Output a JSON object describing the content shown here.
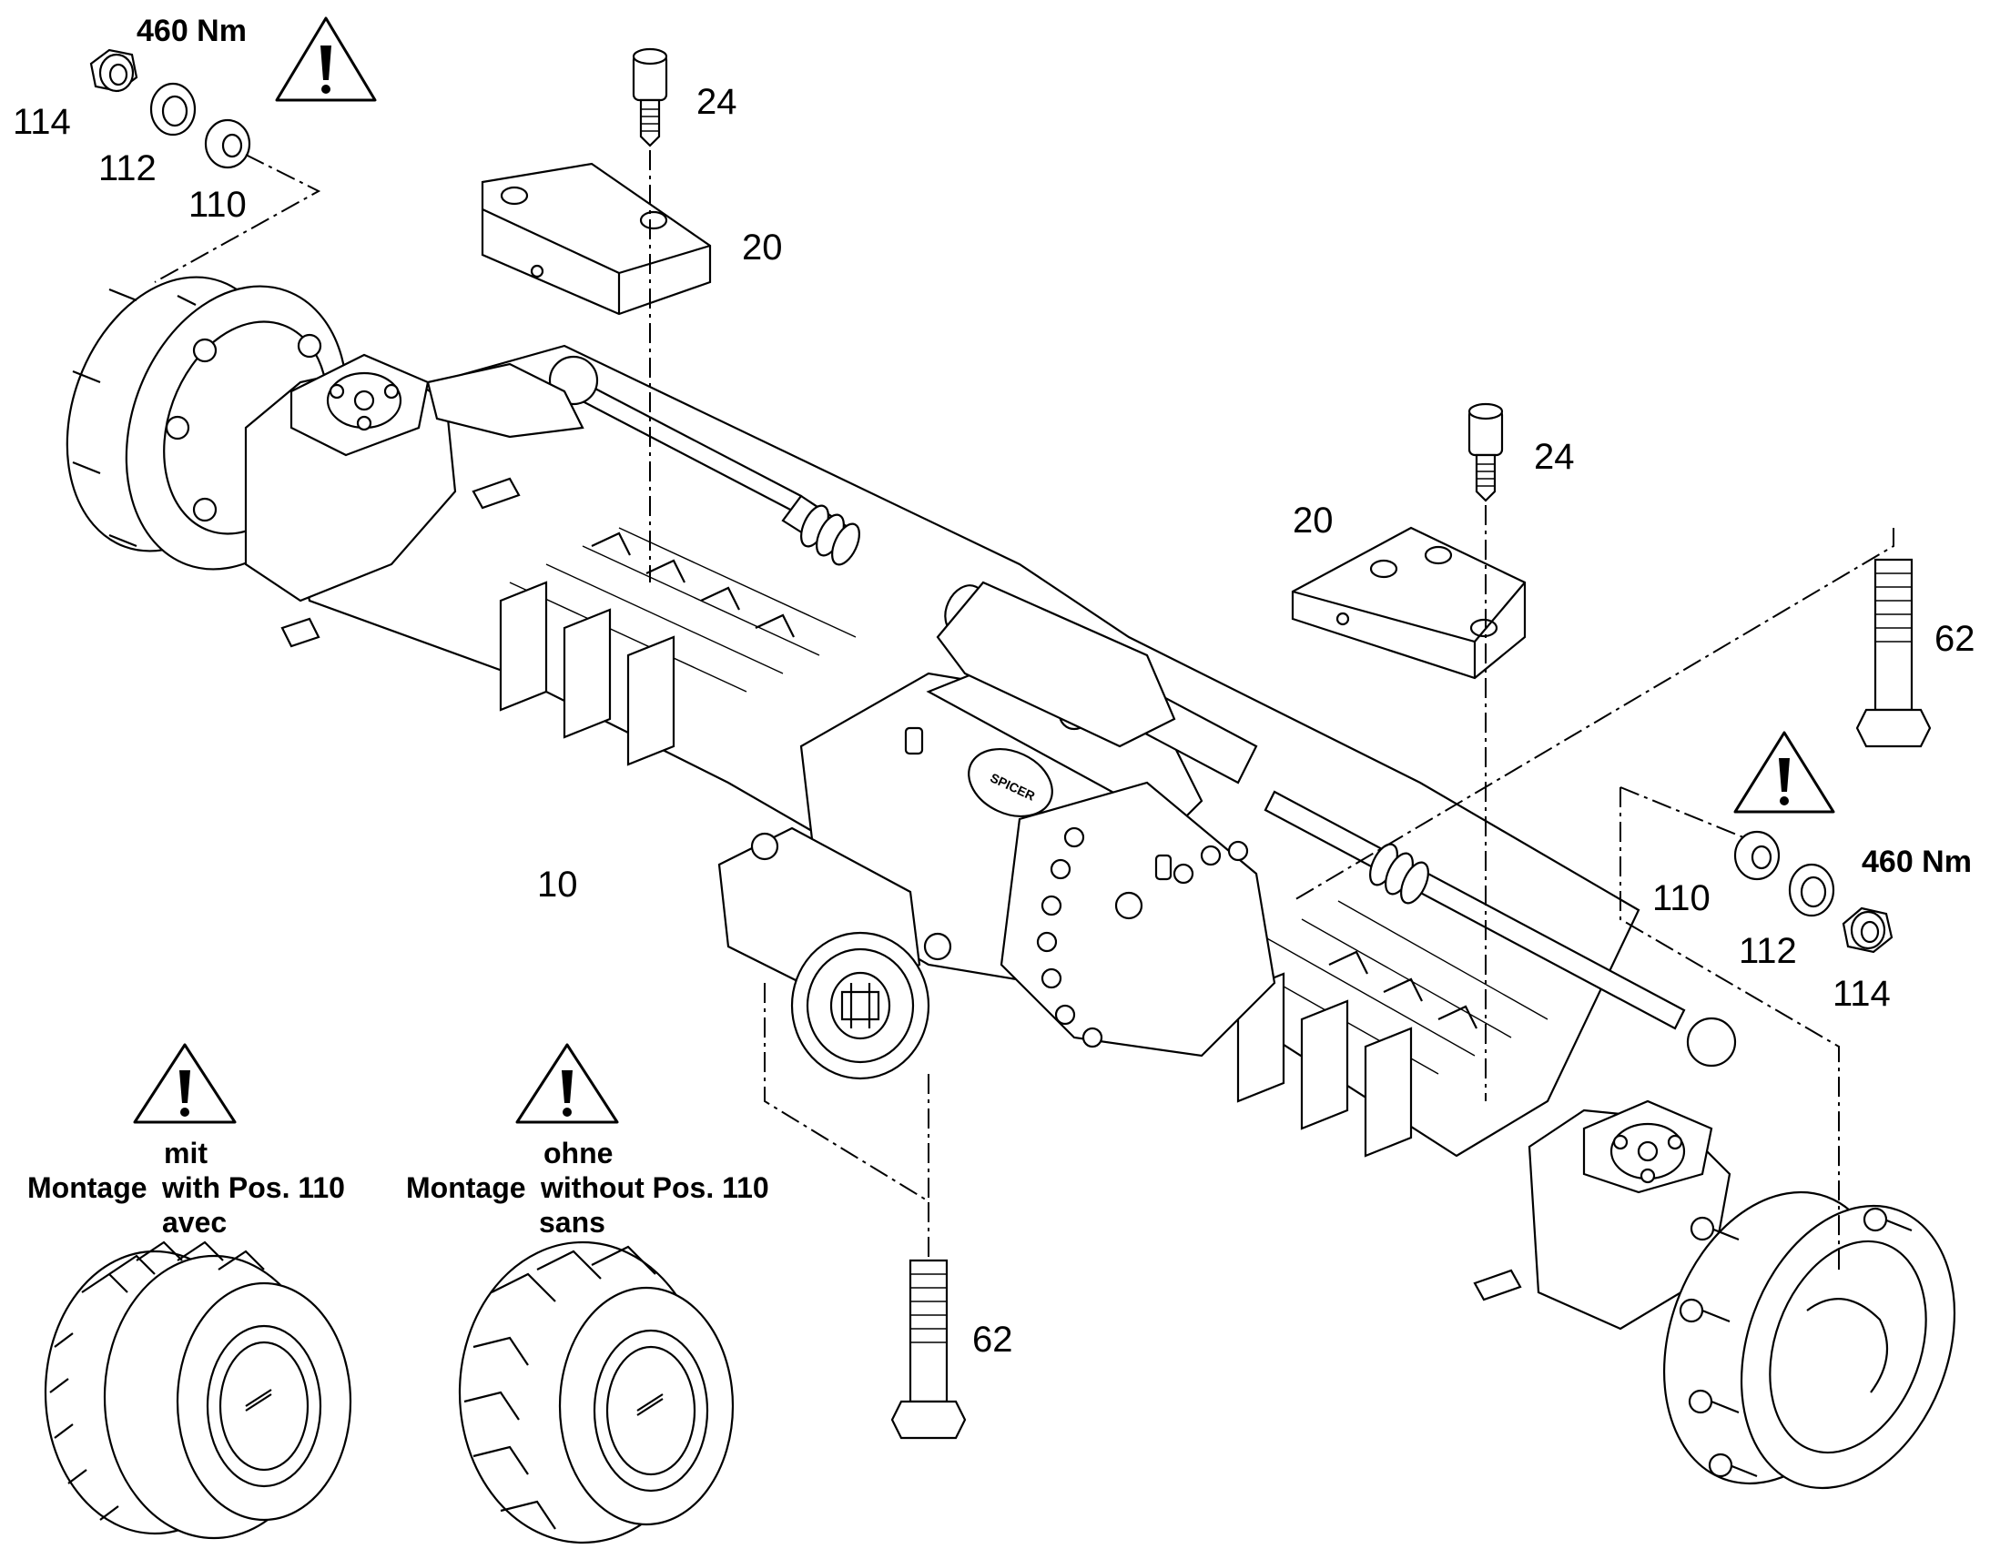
{
  "parts": {
    "p10": "10",
    "p20a": "20",
    "p20b": "20",
    "p24a": "24",
    "p24b": "24",
    "p62a": "62",
    "p62b": "62",
    "p110a": "110",
    "p110b": "110",
    "p112a": "112",
    "p112b": "112",
    "p114a": "114",
    "p114b": "114"
  },
  "torque": {
    "left": "460 Nm",
    "right": "460 Nm"
  },
  "mounting": {
    "with": {
      "line1": "mit",
      "line2a": "Montage",
      "line2b": "with  Pos. 110",
      "line3": "avec"
    },
    "without": {
      "line1": "ohne",
      "line2a": "Montage",
      "line2b": "without  Pos. 110",
      "line3": "sans"
    }
  },
  "icons": {
    "warning": "warning-triangle-icon",
    "brand_logo_text": "SPICER"
  }
}
